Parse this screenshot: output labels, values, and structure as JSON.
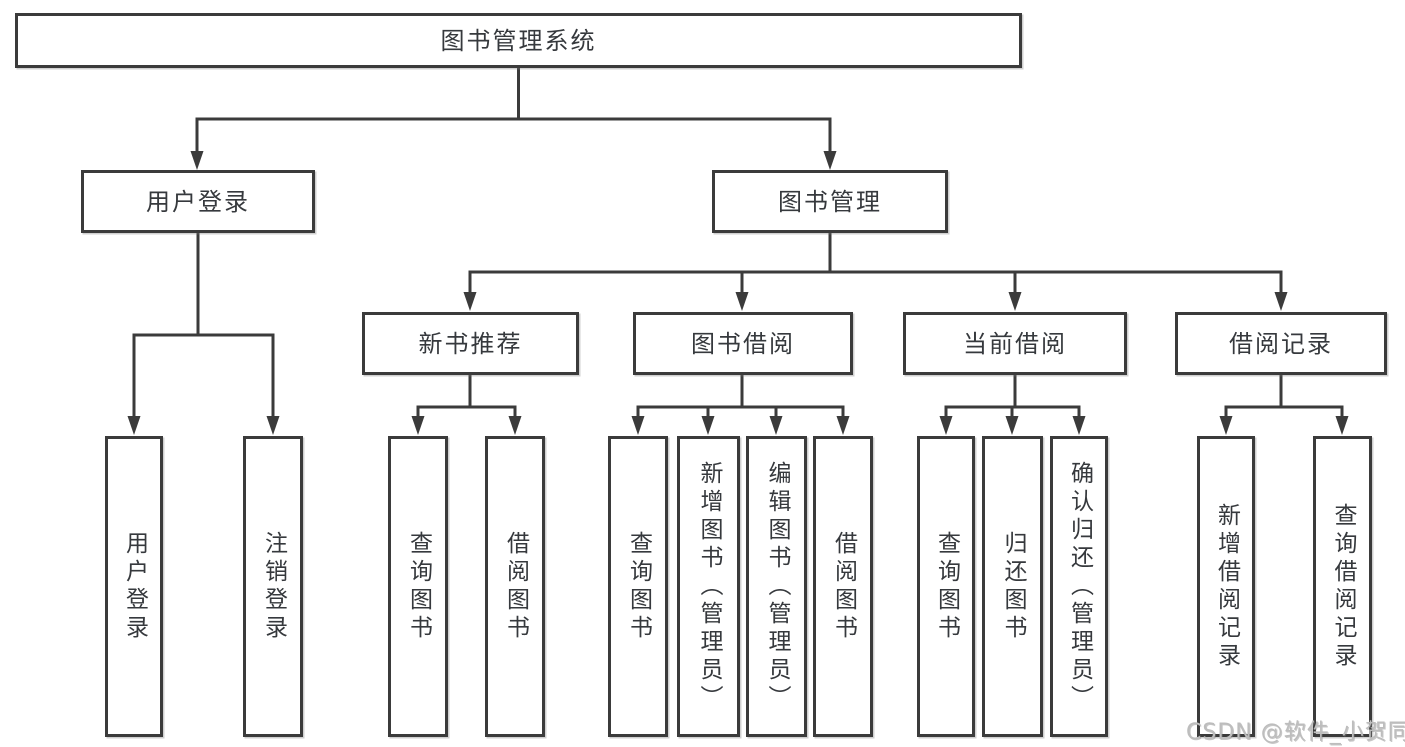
{
  "tree": {
    "root": {
      "label": "图书管理系统"
    },
    "level2": [
      {
        "label": "用户登录",
        "children": [
          {
            "label": "用户登录"
          },
          {
            "label": "注销登录"
          }
        ]
      },
      {
        "label": "图书管理",
        "children": [
          {
            "label": "新书推荐",
            "children": [
              {
                "label": "查询图书"
              },
              {
                "label": "借阅图书"
              }
            ]
          },
          {
            "label": "图书借阅",
            "children": [
              {
                "label": "查询图书"
              },
              {
                "label": "新增图书（管理员）"
              },
              {
                "label": "编辑图书（管理员）"
              },
              {
                "label": "借阅图书"
              }
            ]
          },
          {
            "label": "当前借阅",
            "children": [
              {
                "label": "查询图书"
              },
              {
                "label": "归还图书"
              },
              {
                "label": "确认归还（管理员）"
              }
            ]
          },
          {
            "label": "借阅记录",
            "children": [
              {
                "label": "新增借阅记录"
              },
              {
                "label": "查询借阅记录"
              }
            ]
          }
        ]
      }
    ]
  },
  "watermark": {
    "text": "CSDN @软件_小贺同学"
  },
  "colors": {
    "line": "#3b3b3b",
    "box_border": "#3b3b3b",
    "box_fill": "#ffffff",
    "text": "#36393d",
    "watermark": "#bdbdbd",
    "background": "#ffffff"
  }
}
